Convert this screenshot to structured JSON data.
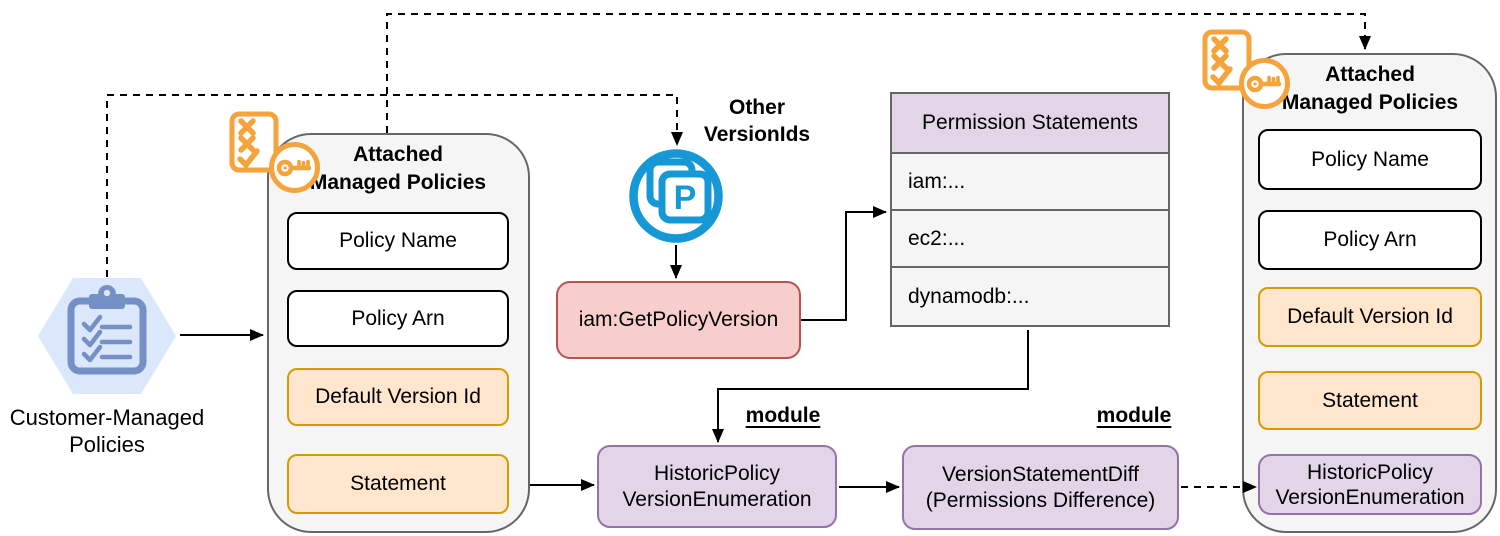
{
  "hexagon": {
    "label": "Customer-Managed\nPolicies"
  },
  "left_panel": {
    "title": "Attached\nManaged Policies",
    "items": [
      {
        "label": "Policy Name",
        "type": "plain"
      },
      {
        "label": "Policy Arn",
        "type": "plain"
      },
      {
        "label": "Default Version Id",
        "type": "orange"
      },
      {
        "label": "Statement",
        "type": "orange"
      }
    ]
  },
  "center": {
    "other_version_ids": "Other\nVersionIds",
    "policy_icon_letter": "P",
    "api_action": "iam:GetPolicyVersion"
  },
  "permission_table": {
    "header": "Permission Statements",
    "rows": [
      {
        "label": "iam:..."
      },
      {
        "label": "ec2:..."
      },
      {
        "label": "dynamodb:..."
      }
    ]
  },
  "modules": {
    "badge_left": "module",
    "badge_right": "module",
    "historic": "HistoricPolicy\nVersionEnumeration",
    "diff": "VersionStatementDiff\n(Permissions Difference)"
  },
  "right_panel": {
    "title": "Attached\nManaged Policies",
    "items": [
      {
        "label": "Policy Name",
        "type": "plain"
      },
      {
        "label": "Policy Arn",
        "type": "plain"
      },
      {
        "label": "Default Version Id",
        "type": "orange"
      },
      {
        "label": "Statement",
        "type": "orange"
      },
      {
        "label": "HistoricPolicy\nVersionEnumeration",
        "type": "purple"
      }
    ]
  },
  "colors": {
    "orange_fill": "#FFE6CC",
    "orange_stroke": "#D79B00",
    "purple_fill": "#E1D5E7",
    "purple_stroke": "#9673A6",
    "red_fill": "#F8CECC",
    "red_stroke": "#B85450",
    "panel_fill": "#F5F5F5",
    "panel_stroke": "#666666",
    "hexagon_fill": "#DBE7FA",
    "clipboard_icon_blue": "#7590C5",
    "doc_key_icon_orange": "#F5A33C",
    "versions_icon_blue": "#1697D6",
    "connector": "#000000"
  }
}
